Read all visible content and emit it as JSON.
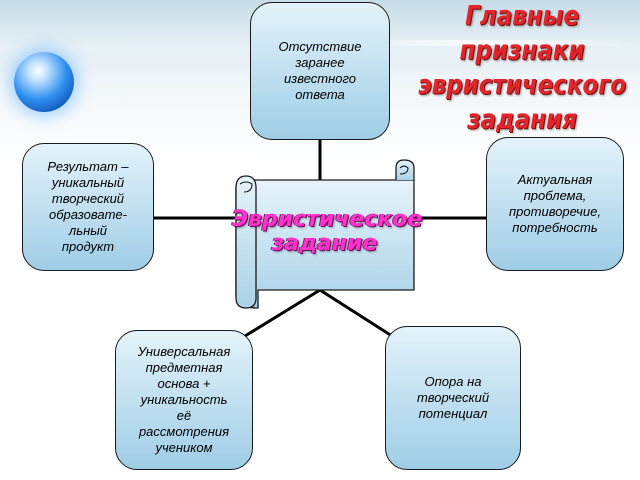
{
  "title": {
    "line1": "Главные признаки",
    "line2": "эвристического задания"
  },
  "center": {
    "line1": "Эвристическое",
    "line2": "задание"
  },
  "boxes": {
    "top": "Отсутствие\nзаранее\nизвестного\nответа",
    "left": "Результат –\nуникальный\nтворческий\nобразовате-\nльный\nпродукт",
    "right": "Актуальная\nпроблема,\nпротиворечие,\nпотребность",
    "bottom_left": "Универсальная\nпредметная\nоснова +\nуникальность\nеё\nрассмотрения\nучеником",
    "bottom_right": "Опора на\nтворческий\nпотенциал"
  },
  "colors": {
    "title": "#e0262a",
    "center_text": "#ff33cc",
    "box_fill_top": "#e4f3fb",
    "box_fill_bottom": "#9fcde6",
    "connector": "#000000"
  }
}
